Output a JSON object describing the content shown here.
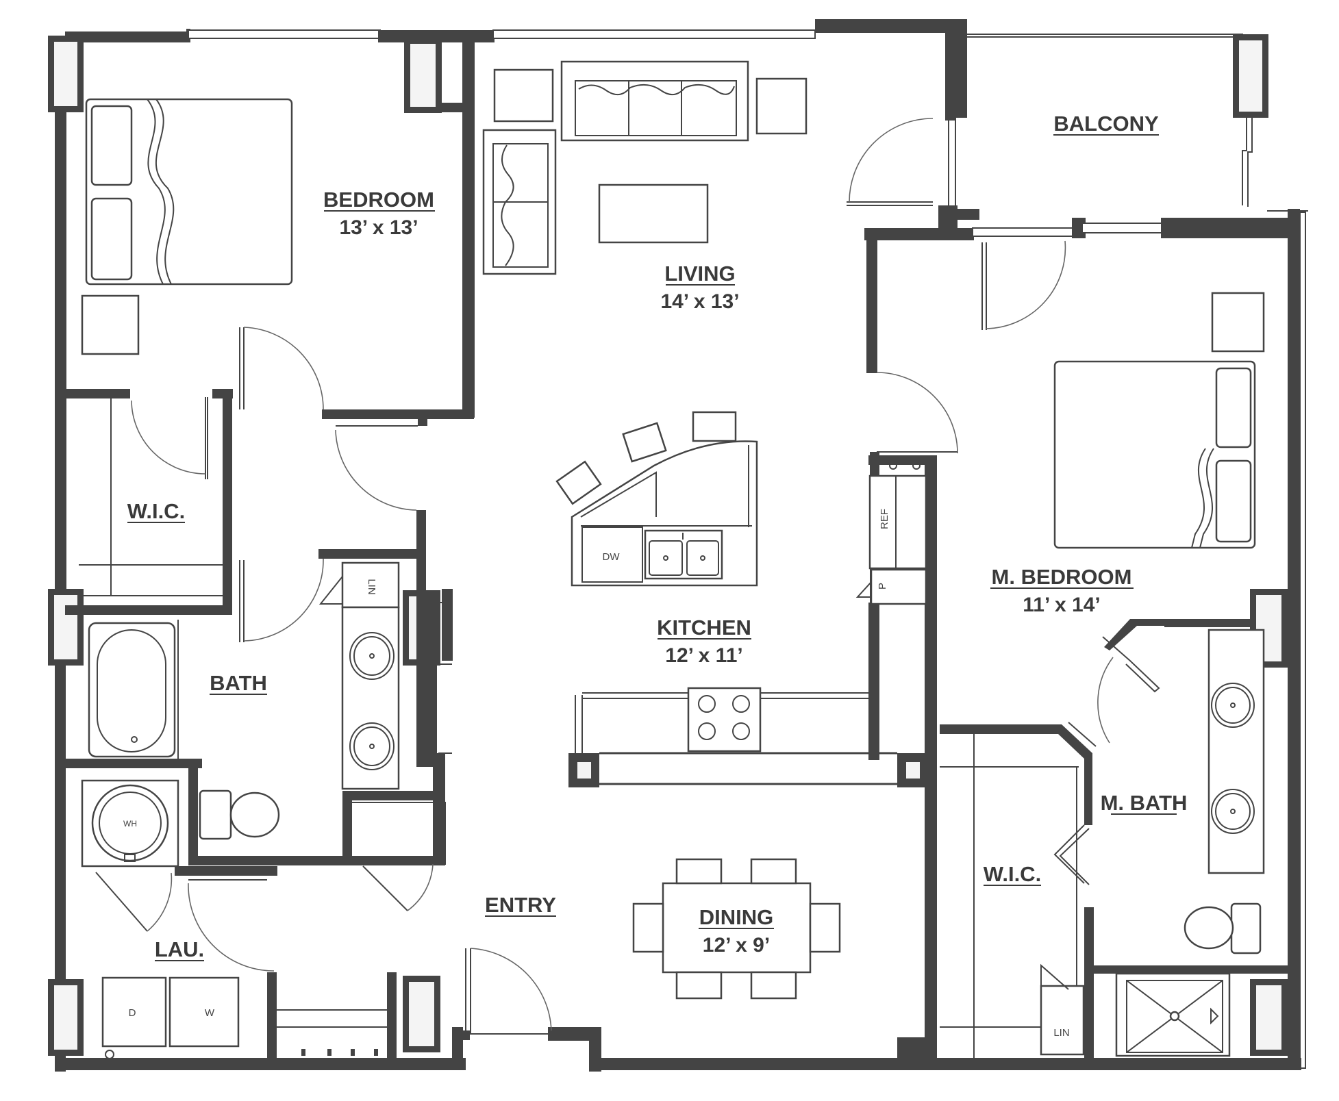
{
  "rooms": {
    "bedroom": {
      "name": "BEDROOM",
      "dims": "13’ x 13’"
    },
    "living": {
      "name": "LIVING",
      "dims": "14’ x 13’"
    },
    "balcony": {
      "name": "BALCONY"
    },
    "wic1": {
      "name": "W.I.C."
    },
    "kitchen": {
      "name": "KITCHEN",
      "dims": "12’ x 11’"
    },
    "mbedroom": {
      "name": "M. BEDROOM",
      "dims": "11’ x 14’"
    },
    "bath": {
      "name": "BATH"
    },
    "mbath": {
      "name": "M. BATH"
    },
    "entry": {
      "name": "ENTRY"
    },
    "dining": {
      "name": "DINING",
      "dims": "12’ x 9’"
    },
    "wic2": {
      "name": "W.I.C."
    },
    "laundry": {
      "name": "LAU."
    }
  },
  "fixtures": {
    "dishwasher": "DW",
    "refrigerator": "REF",
    "pantry": "P",
    "linen1": "LIN",
    "linen2": "LIN",
    "water_heater": "WH",
    "dryer": "D",
    "washer": "W"
  },
  "colors": {
    "wall": "#444444",
    "text": "#3a3a3a"
  }
}
